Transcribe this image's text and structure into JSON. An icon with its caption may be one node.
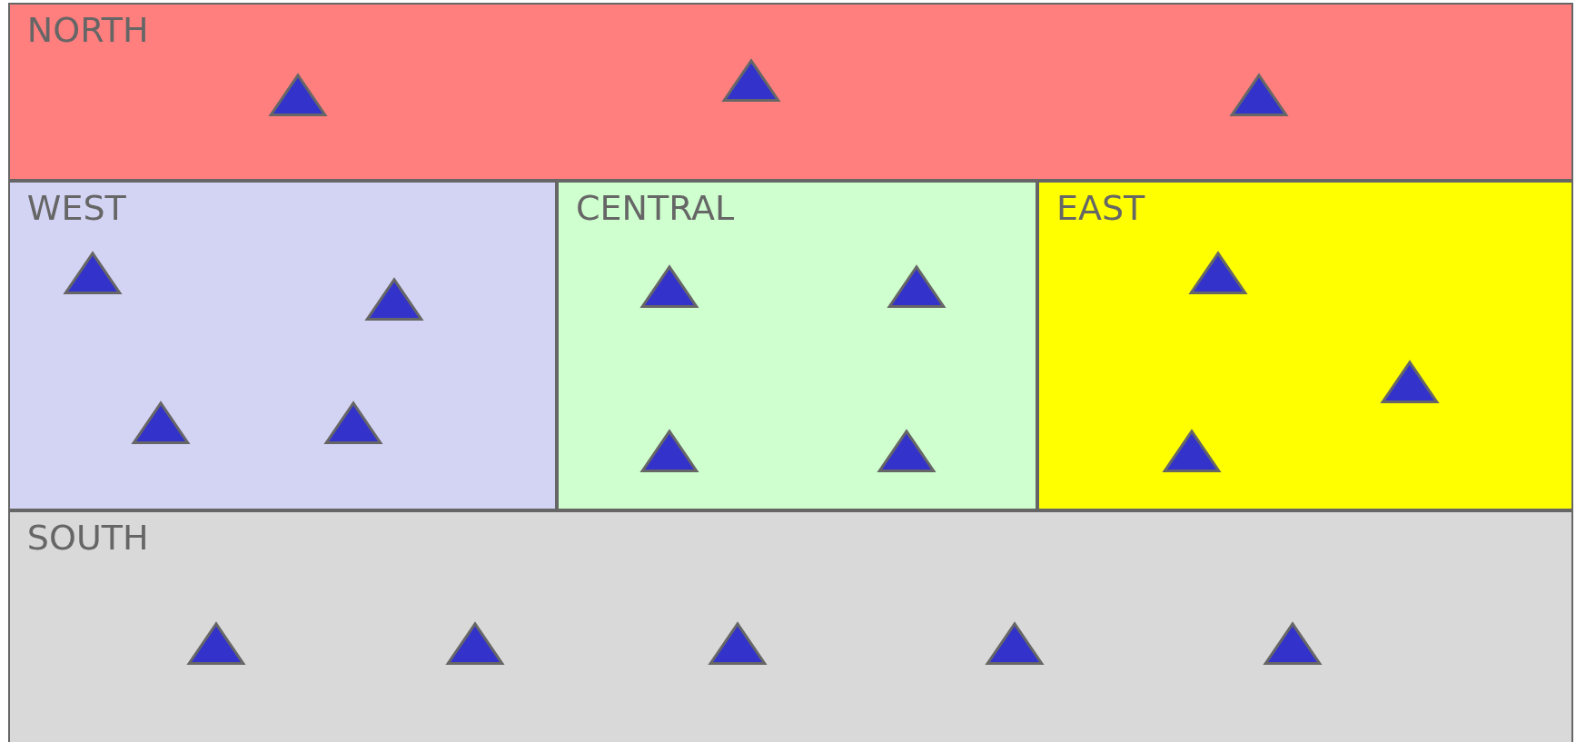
{
  "diagram": {
    "nodes": [
      {
        "text": [
          "NORTH"
        ]
      },
      {
        "text": [],
        "shape": "triangle",
        "in": 0
      },
      {
        "text": [],
        "shape": "triangle",
        "in": 0
      },
      {
        "text": [],
        "shape": "triangle",
        "in": 0
      },
      {
        "text": [
          "WEST"
        ]
      },
      {
        "text": [],
        "shape": "triangle",
        "in": 4
      },
      {
        "text": [],
        "shape": "triangle",
        "in": 4
      },
      {
        "text": [],
        "shape": "triangle",
        "in": 4
      },
      {
        "text": [],
        "shape": "triangle",
        "in": 4
      },
      {
        "text": [
          "CENTRAL"
        ]
      },
      {
        "text": [],
        "shape": "triangle",
        "in": 9
      },
      {
        "text": [],
        "shape": "triangle",
        "in": 9
      },
      {
        "text": [],
        "shape": "triangle",
        "in": 9
      },
      {
        "text": [],
        "shape": "triangle",
        "in": 9
      },
      {
        "text": [
          "EAST"
        ]
      },
      {
        "text": [],
        "shape": "triangle",
        "in": 14
      },
      {
        "text": [],
        "shape": "triangle",
        "in": 14
      },
      {
        "text": [],
        "shape": "triangle",
        "in": 14
      },
      {
        "text": [
          "SOUTH"
        ]
      },
      {
        "text": [],
        "shape": "triangle",
        "in": 18
      },
      {
        "text": [],
        "shape": "triangle",
        "in": 18
      },
      {
        "text": [],
        "shape": "triangle",
        "in": 18
      },
      {
        "text": [],
        "shape": "triangle",
        "in": 18
      },
      {
        "text": [],
        "shape": "triangle",
        "in": 18
      }
    ]
  }
}
